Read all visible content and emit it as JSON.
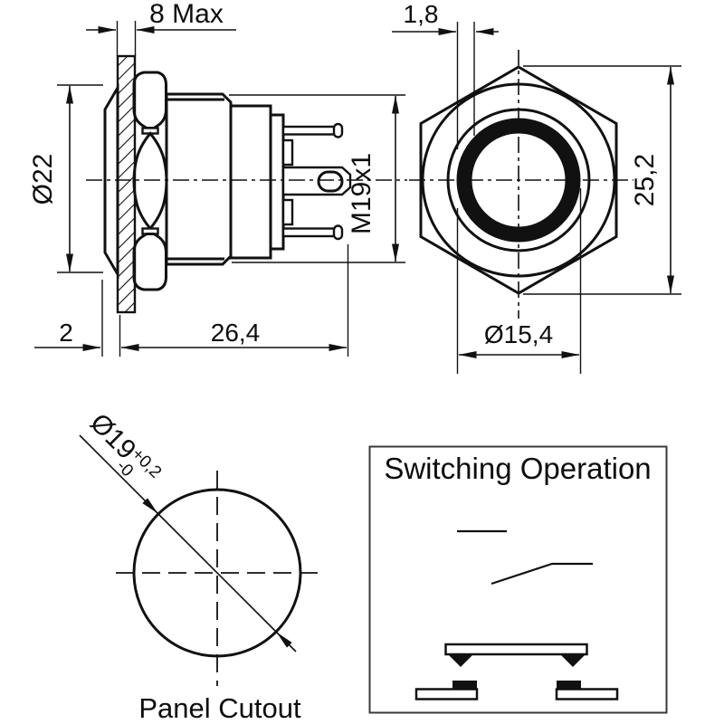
{
  "drawing": {
    "line_color": "#111111",
    "background": "#ffffff",
    "side_view": {
      "dim_panel_thickness_max": "8 Max",
      "dim_flange_diameter": "Ø22",
      "dim_flange_thickness": "2",
      "dim_body_length": "26,4",
      "dim_thread_spec": "M19x1"
    },
    "front_view": {
      "dim_ring_width": "1,8",
      "dim_across_corners": "25,2",
      "dim_ring_outer_diameter": "Ø15,4"
    },
    "panel_cutout": {
      "dim_hole_diameter": "Ø19",
      "tolerance_plus": "+0,2",
      "tolerance_minus": "-0",
      "caption": "Panel Cutout"
    },
    "switching_box": {
      "title": "Switching Operation"
    }
  }
}
